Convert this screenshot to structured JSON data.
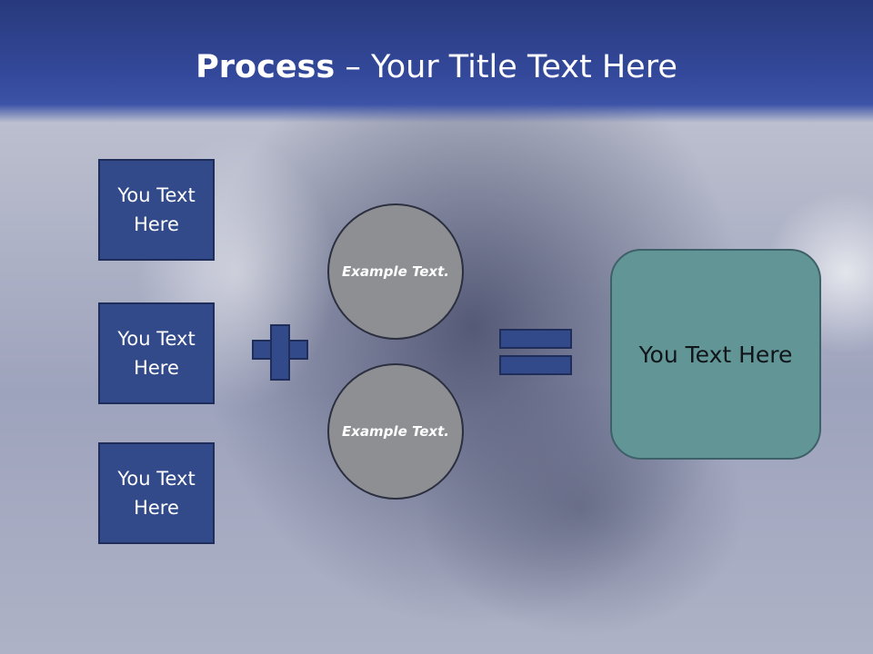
{
  "slide": {
    "title_bold": "Process",
    "title_rest": " – Your Title Text Here",
    "inputs": [
      "You Text Here",
      "You Text Here",
      "You Text Here"
    ],
    "circles": [
      "Example Text.",
      "Example Text."
    ],
    "result": "You Text Here"
  },
  "colors": {
    "header": "#33489a",
    "box": "#324a8a",
    "circle": "#8e8f93",
    "result": "#629696"
  }
}
